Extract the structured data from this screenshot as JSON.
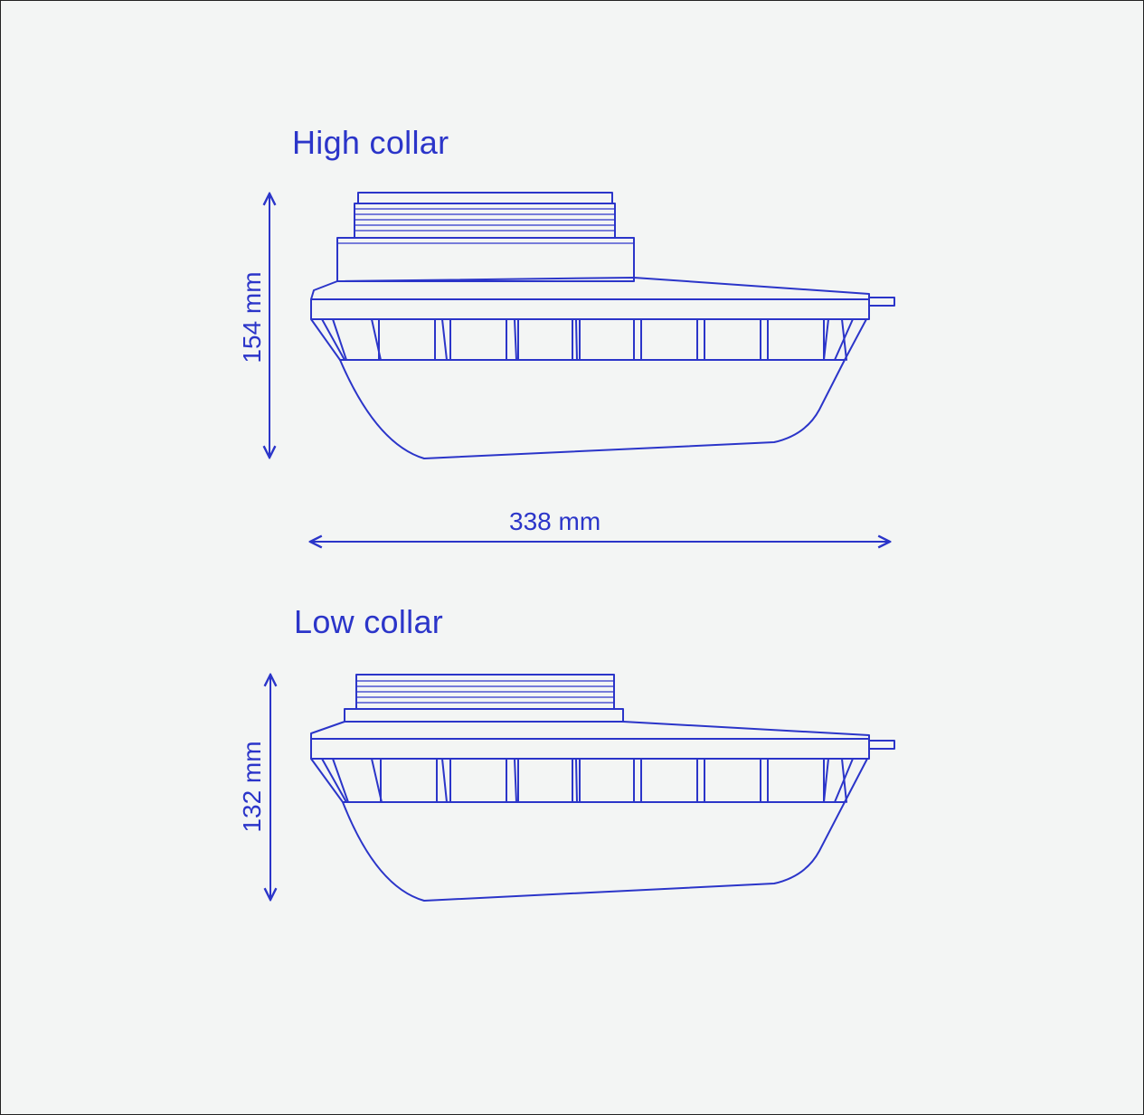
{
  "variants": [
    {
      "title": "High collar",
      "height_label": "154 mm"
    },
    {
      "title": "Low collar",
      "height_label": "132 mm"
    }
  ],
  "width_label": "338 mm",
  "colors": {
    "line": "#2b35c9",
    "background": "#f3f5f4"
  }
}
